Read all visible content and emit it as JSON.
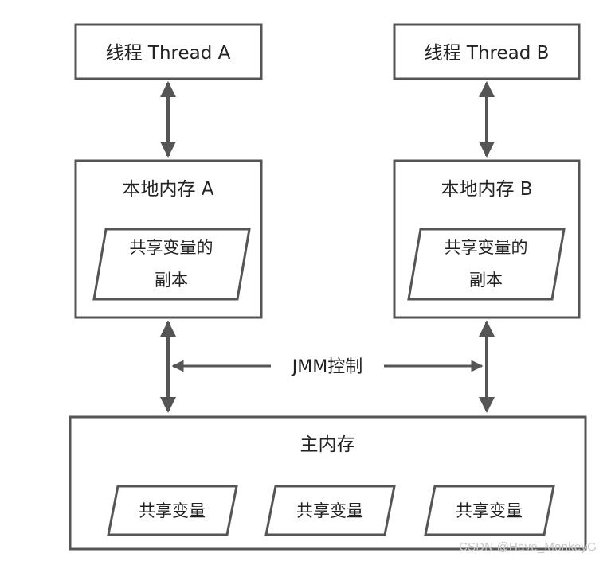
{
  "thread_a": {
    "label": "线程 Thread A"
  },
  "thread_b": {
    "label": "线程 Thread B"
  },
  "local_memory_a": {
    "label": "本地内存 A",
    "copy_line1": "共享变量的",
    "copy_line2": "副本"
  },
  "local_memory_b": {
    "label": "本地内存 B",
    "copy_line1": "共享变量的",
    "copy_line2": "副本"
  },
  "jmm_control": {
    "label": "JMM控制"
  },
  "main_memory": {
    "label": "主内存",
    "variables": [
      "共享变量",
      "共享变量",
      "共享变量"
    ]
  },
  "watermark": "CSDN @Have_MonkeyG"
}
